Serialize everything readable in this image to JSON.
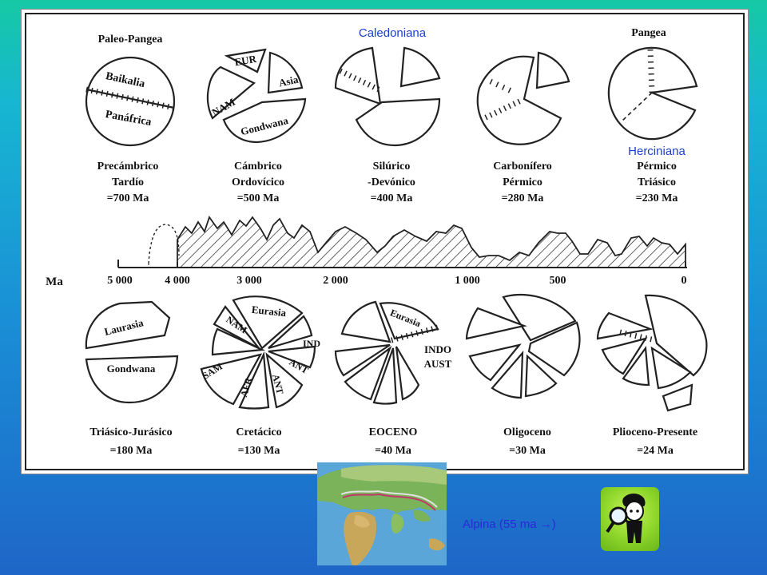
{
  "diagram": {
    "top_labels": {
      "paleo_pangea": "Paleo-Pangea",
      "pangea": "Pangea",
      "caledoniana": "Caledoniana",
      "herciniana": "Herciniana"
    },
    "pie_labels": {
      "baikalia": "Baikalia",
      "panafrica": "Panáfrica",
      "eur": "EUR",
      "asia": "Asia",
      "nam": "NAM",
      "gondwana": "Gondwana",
      "laurasia": "Laurasia",
      "eurasia": "Eurasia",
      "ind": "IND",
      "sam": "SAM",
      "afr": "AFR",
      "ant": "ANT",
      "indo": "INDO",
      "aust": "AUST"
    },
    "periods_top": [
      {
        "l1": "Precámbrico",
        "l2": "Tardío",
        "l3": "=700 Ma"
      },
      {
        "l1": "Cámbrico",
        "l2": "Ordovícico",
        "l3": "=500 Ma"
      },
      {
        "l1": "Silúrico",
        "l2": "-Devónico",
        "l3": "=400 Ma"
      },
      {
        "l1": "Carbonífero",
        "l2": "Pérmico",
        "l3": "=280 Ma"
      },
      {
        "l1": "Pérmico",
        "l2": "Triásico",
        "l3": "=230 Ma"
      }
    ],
    "periods_bottom": [
      {
        "l1": "Triásico-Jurásico",
        "l2": "=180 Ma"
      },
      {
        "l1": "Cretácico",
        "l2": "=130 Ma"
      },
      {
        "l1": "EOCENO",
        "l2": "=40 Ma"
      },
      {
        "l1": "Oligoceno",
        "l2": "=30 Ma"
      },
      {
        "l1": "Plioceno-Presente",
        "l2": "=24 Ma"
      }
    ],
    "axis": {
      "unit": "Ma",
      "ticks": [
        "5 000",
        "4 000",
        "3 000",
        "2 000",
        "1 000",
        "500",
        "0"
      ]
    }
  },
  "caption": {
    "text": "Alpina (55 ma →)"
  },
  "colors": {
    "caption_text": "#2a2ad8",
    "label_blue": "#1a3fcf",
    "background_top": "#16c9a4",
    "background_bottom": "#1e66c8",
    "icon_bg": "#8ed62a"
  }
}
